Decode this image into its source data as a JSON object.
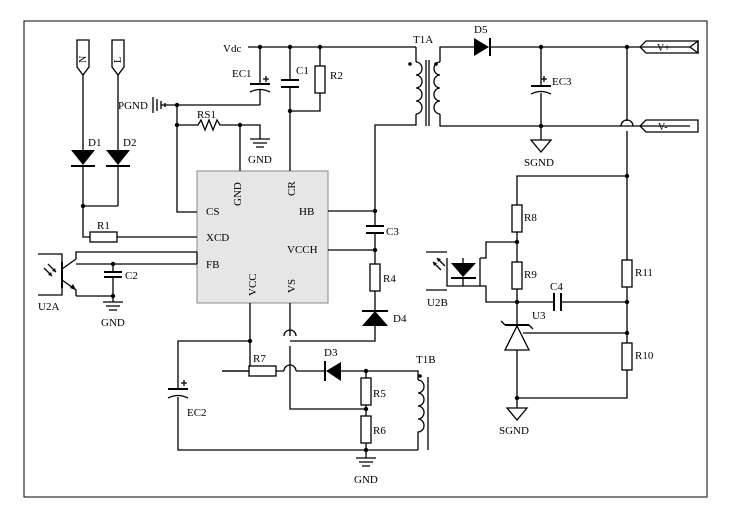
{
  "ic": {
    "pins": {
      "cs": "CS",
      "xcd": "XCD",
      "fb": "FB",
      "gnd": "GND",
      "cr": "CR",
      "hb": "HB",
      "vcch": "VCCH",
      "vcc": "VCC",
      "vs": "VS"
    }
  },
  "inputs": {
    "n": "N",
    "l": "L"
  },
  "outputs": {
    "vplus": "V+",
    "vminus": "V-"
  },
  "nets": {
    "vdc": "Vdc",
    "pgnd": "PGND",
    "gnd": "GND",
    "sgnd": "SGND"
  },
  "labels": {
    "d1": "D1",
    "d2": "D2",
    "d3": "D3",
    "d4": "D4",
    "d5": "D5",
    "r1": "R1",
    "r2": "R2",
    "r4": "R4",
    "r5": "R5",
    "r6": "R6",
    "r7": "R7",
    "r8": "R8",
    "r9": "R9",
    "r10": "R10",
    "r11": "R11",
    "rs1": "RS1",
    "c1": "C1",
    "c2": "C2",
    "c3": "C3",
    "c4": "C4",
    "ec1": "EC1",
    "ec2": "EC2",
    "ec3": "EC3",
    "t1a": "T1A",
    "t1b": "T1B",
    "u2a": "U2A",
    "u2b": "U2B",
    "u3": "U3"
  }
}
